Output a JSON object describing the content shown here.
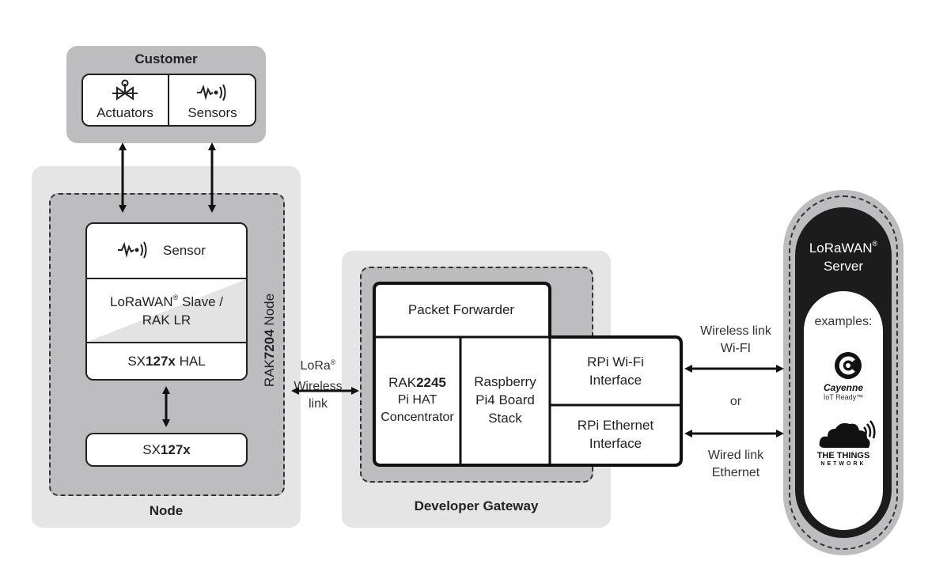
{
  "customer": {
    "title": "Customer",
    "actuators": "Actuators",
    "sensors": "Sensors"
  },
  "node": {
    "title": "Node",
    "vertical_label_prefix": "RAK",
    "vertical_label_bold": "7204",
    "vertical_label_suffix": " Node",
    "sensor": "Sensor",
    "slave_line1_pre": "LoRaWAN",
    "slave_reg": "®",
    "slave_line1_post": " Slave /",
    "slave_line2": "RAK LR",
    "hal_pre": "SX",
    "hal_bold": "127x",
    "hal_post": " HAL",
    "radio_pre": "SX",
    "radio_bold": "127x"
  },
  "link_lora": {
    "line1": "LoRa",
    "reg": "®",
    "line2": "Wireless",
    "line3": "link"
  },
  "gateway": {
    "title": "Developer Gateway",
    "packet_forwarder": "Packet Forwarder",
    "rak_pre": "RAK",
    "rak_bold": "2245",
    "rak_rest": "Pi HAT\nConcentrator",
    "rpi_stack": "Raspberry\nPi4 Board\nStack",
    "wifi": "RPi Wi-Fi\nInterface",
    "ethernet": "RPi Ethernet\nInterface"
  },
  "links": {
    "wireless": "Wireless link\nWi-FI",
    "or": "or",
    "wired": "Wired link\nEthernet"
  },
  "server": {
    "title_pre": "LoRaWAN",
    "title_reg": "®",
    "title_line2": "Server",
    "examples": "examples:",
    "cayenne_name": "Cayenne",
    "cayenne_sub": "IoT Ready™",
    "ttn_name": "THE THINGS",
    "ttn_sub": "NETWORK"
  },
  "colors": {
    "outer_panel": "#e5e5e6",
    "inner_panel": "#bdbdbf",
    "server_dark": "#1c1c1c",
    "line": "#222222"
  },
  "icons": [
    "valve-icon",
    "sensor-wave-icon",
    "cayenne-logo",
    "ttn-cloud-logo"
  ]
}
